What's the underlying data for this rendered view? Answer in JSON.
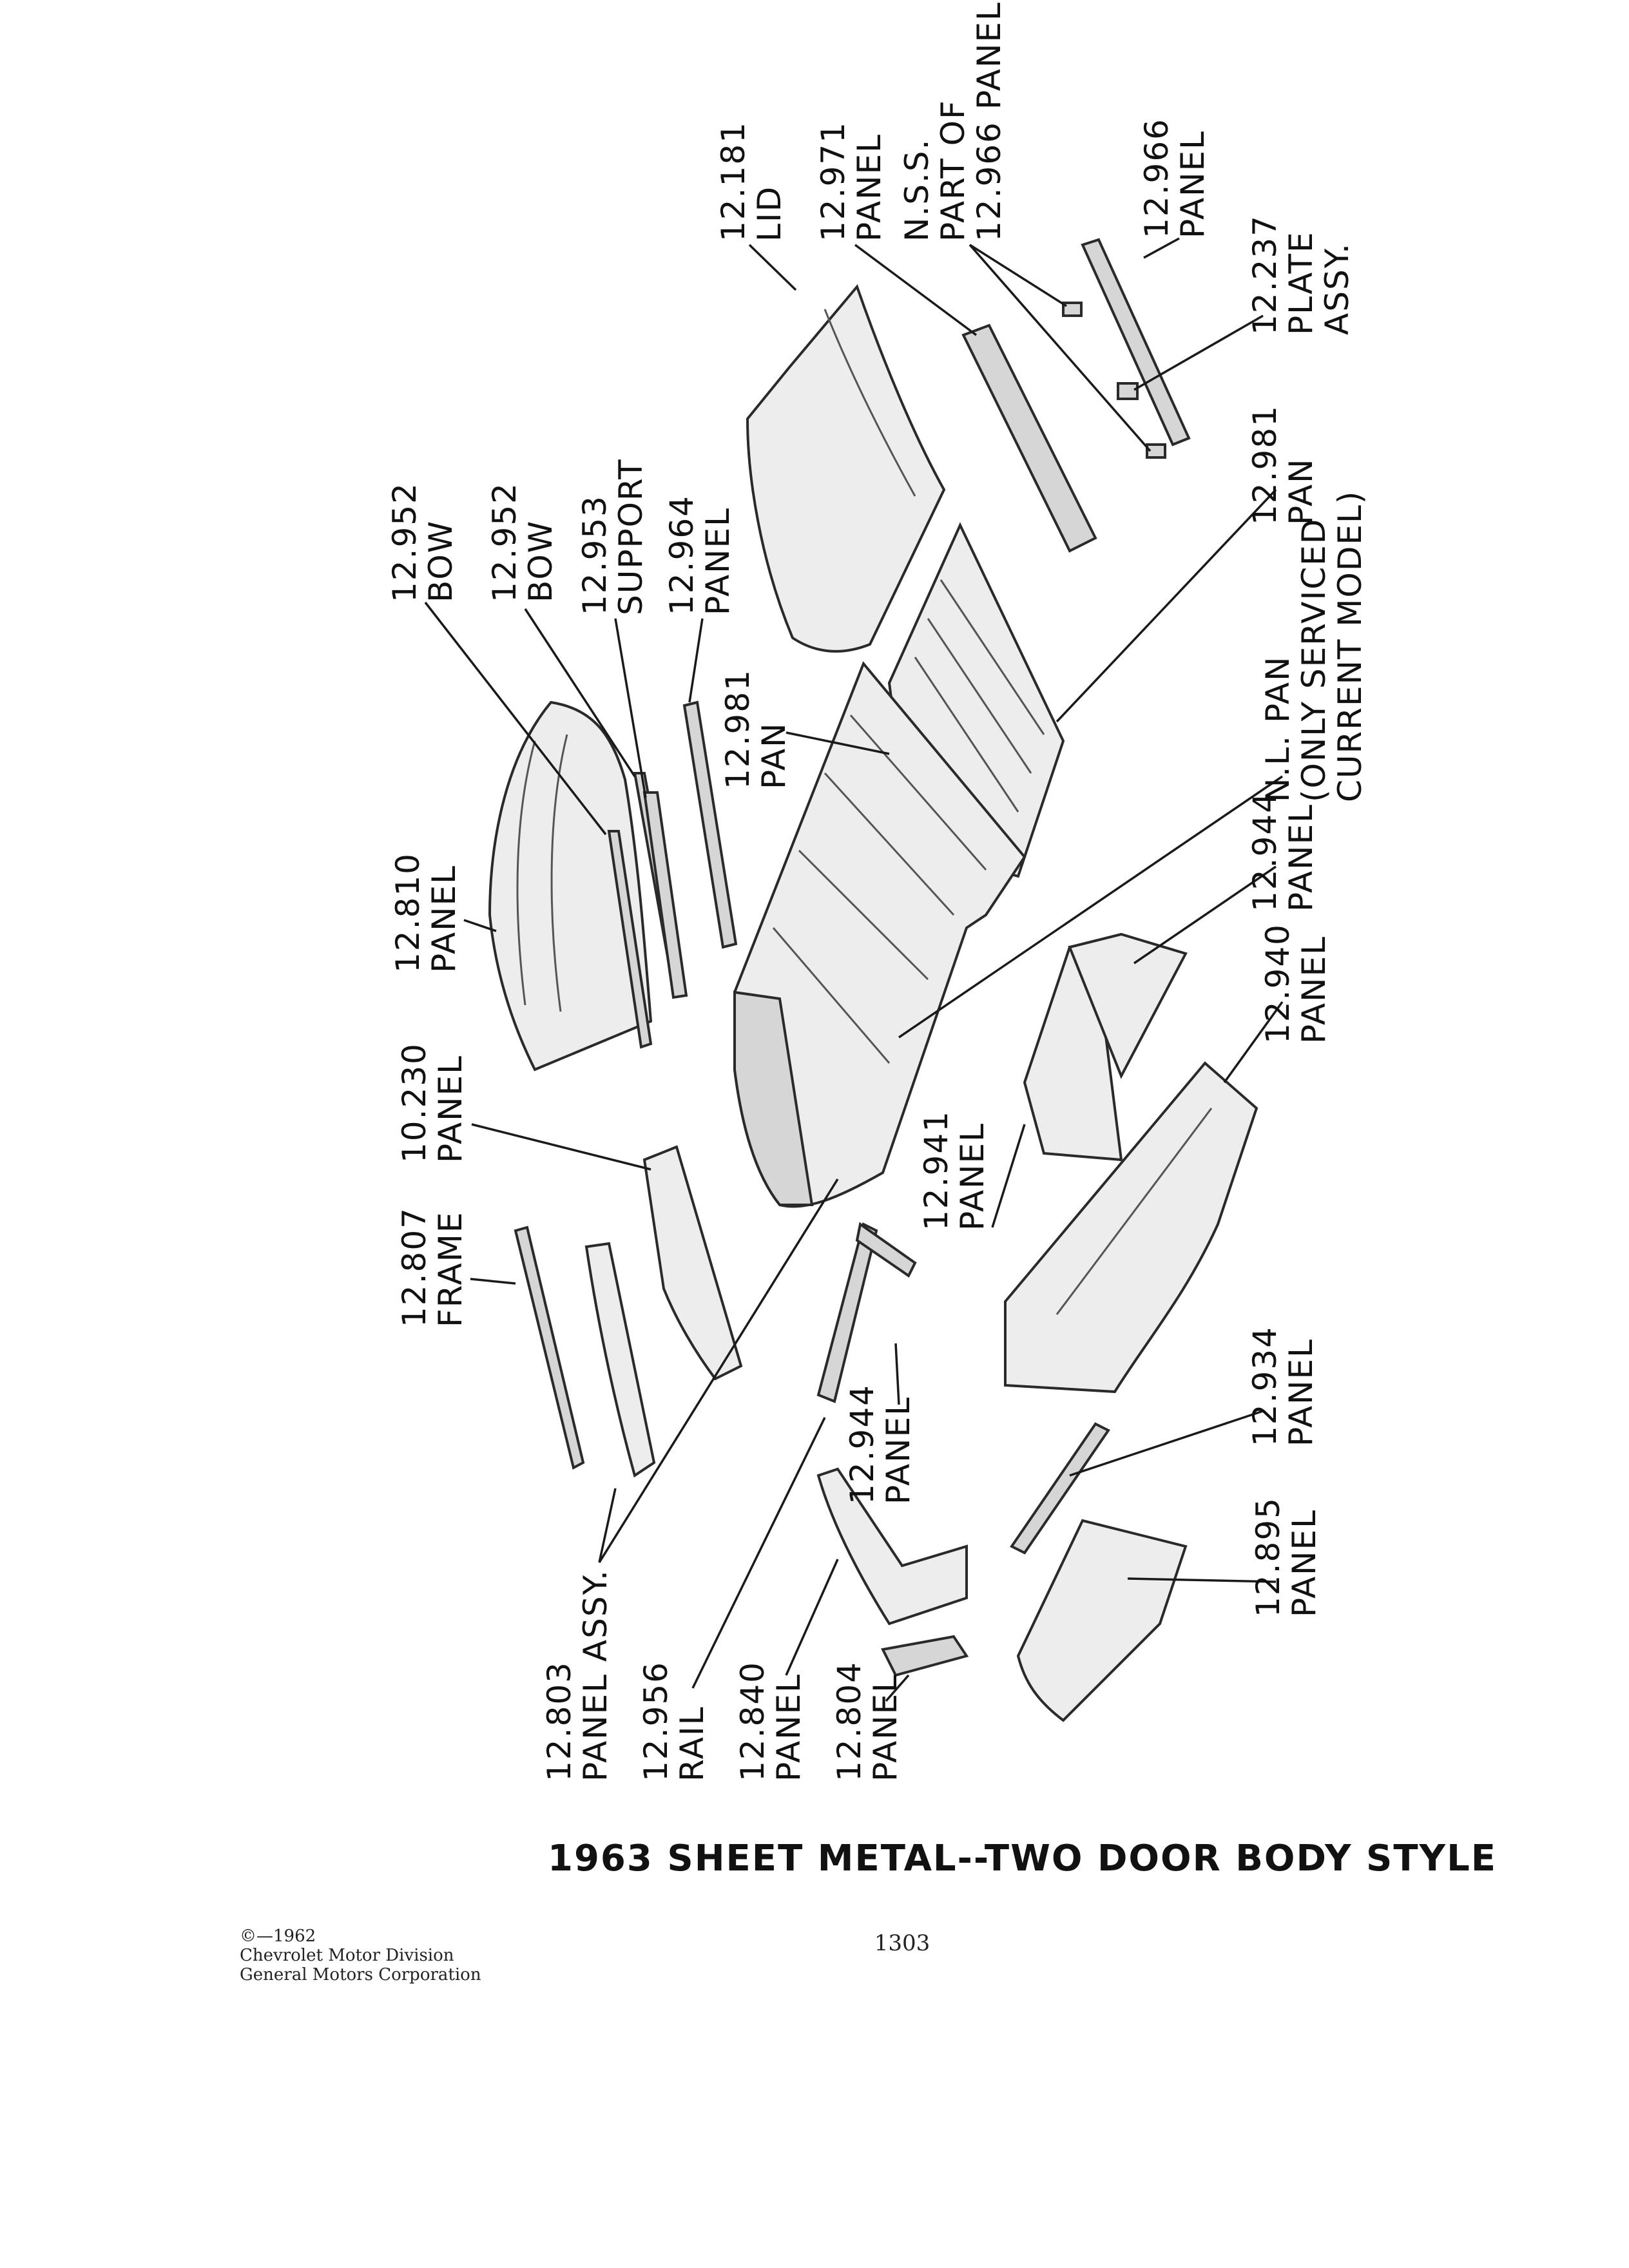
{
  "diagram": {
    "title": "1963 SHEET METAL--TWO DOOR BODY STYLE",
    "page_number": "1303",
    "copyright": {
      "line1": "©—1962",
      "line2": "Chevrolet Motor Division",
      "line3": "General Motors Corporation"
    },
    "labels": {
      "frame_12807": {
        "number": "12.807",
        "name": "FRAME"
      },
      "panel_10230": {
        "number": "10.230",
        "name": "PANEL"
      },
      "panel_12810": {
        "number": "12.810",
        "name": "PANEL"
      },
      "bow_12952_a": {
        "number": "12.952",
        "name": "BOW"
      },
      "bow_12952_b": {
        "number": "12.952",
        "name": "BOW"
      },
      "support_12953": {
        "number": "12.953",
        "name": "SUPPORT"
      },
      "panel_12964": {
        "number": "12.964",
        "name": "PANEL"
      },
      "pan_12981_a": {
        "number": "12.981",
        "name": "PAN"
      },
      "lid_12181": {
        "number": "12.181",
        "name": "LID"
      },
      "panel_12971": {
        "number": "12.971",
        "name": "PANEL"
      },
      "nss": {
        "line1": "N.S.S.",
        "line2": "PART OF",
        "line3": "12.966 PANEL"
      },
      "panel_12966": {
        "number": "12.966",
        "name": "PANEL"
      },
      "plate_12237": {
        "number": "12.237",
        "name": "PLATE",
        "name2": "ASSY."
      },
      "pan_12981_b": {
        "number": "12.981",
        "name": "PAN"
      },
      "nl_pan": {
        "line1": "N.L. PAN",
        "line2": "(ONLY SERVICED",
        "line3": "CURRENT MODEL)"
      },
      "panel_12944_a": {
        "number": "12.944",
        "name": "PANEL"
      },
      "panel_12940": {
        "number": "12.940",
        "name": "PANEL"
      },
      "panel_12941": {
        "number": "12.941",
        "name": "PANEL"
      },
      "panel_12944_b": {
        "number": "12.944",
        "name": "PANEL"
      },
      "panel_12934": {
        "number": "12.934",
        "name": "PANEL"
      },
      "panel_12895": {
        "number": "12.895",
        "name": "PANEL"
      },
      "panel_assy_12803": {
        "number": "12.803",
        "name": "PANEL ASSY."
      },
      "rail_12956": {
        "number": "12.956",
        "name": "RAIL"
      },
      "panel_12840": {
        "number": "12.840",
        "name": "PANEL"
      },
      "panel_12804": {
        "number": "12.804",
        "name": "PANEL"
      }
    }
  }
}
